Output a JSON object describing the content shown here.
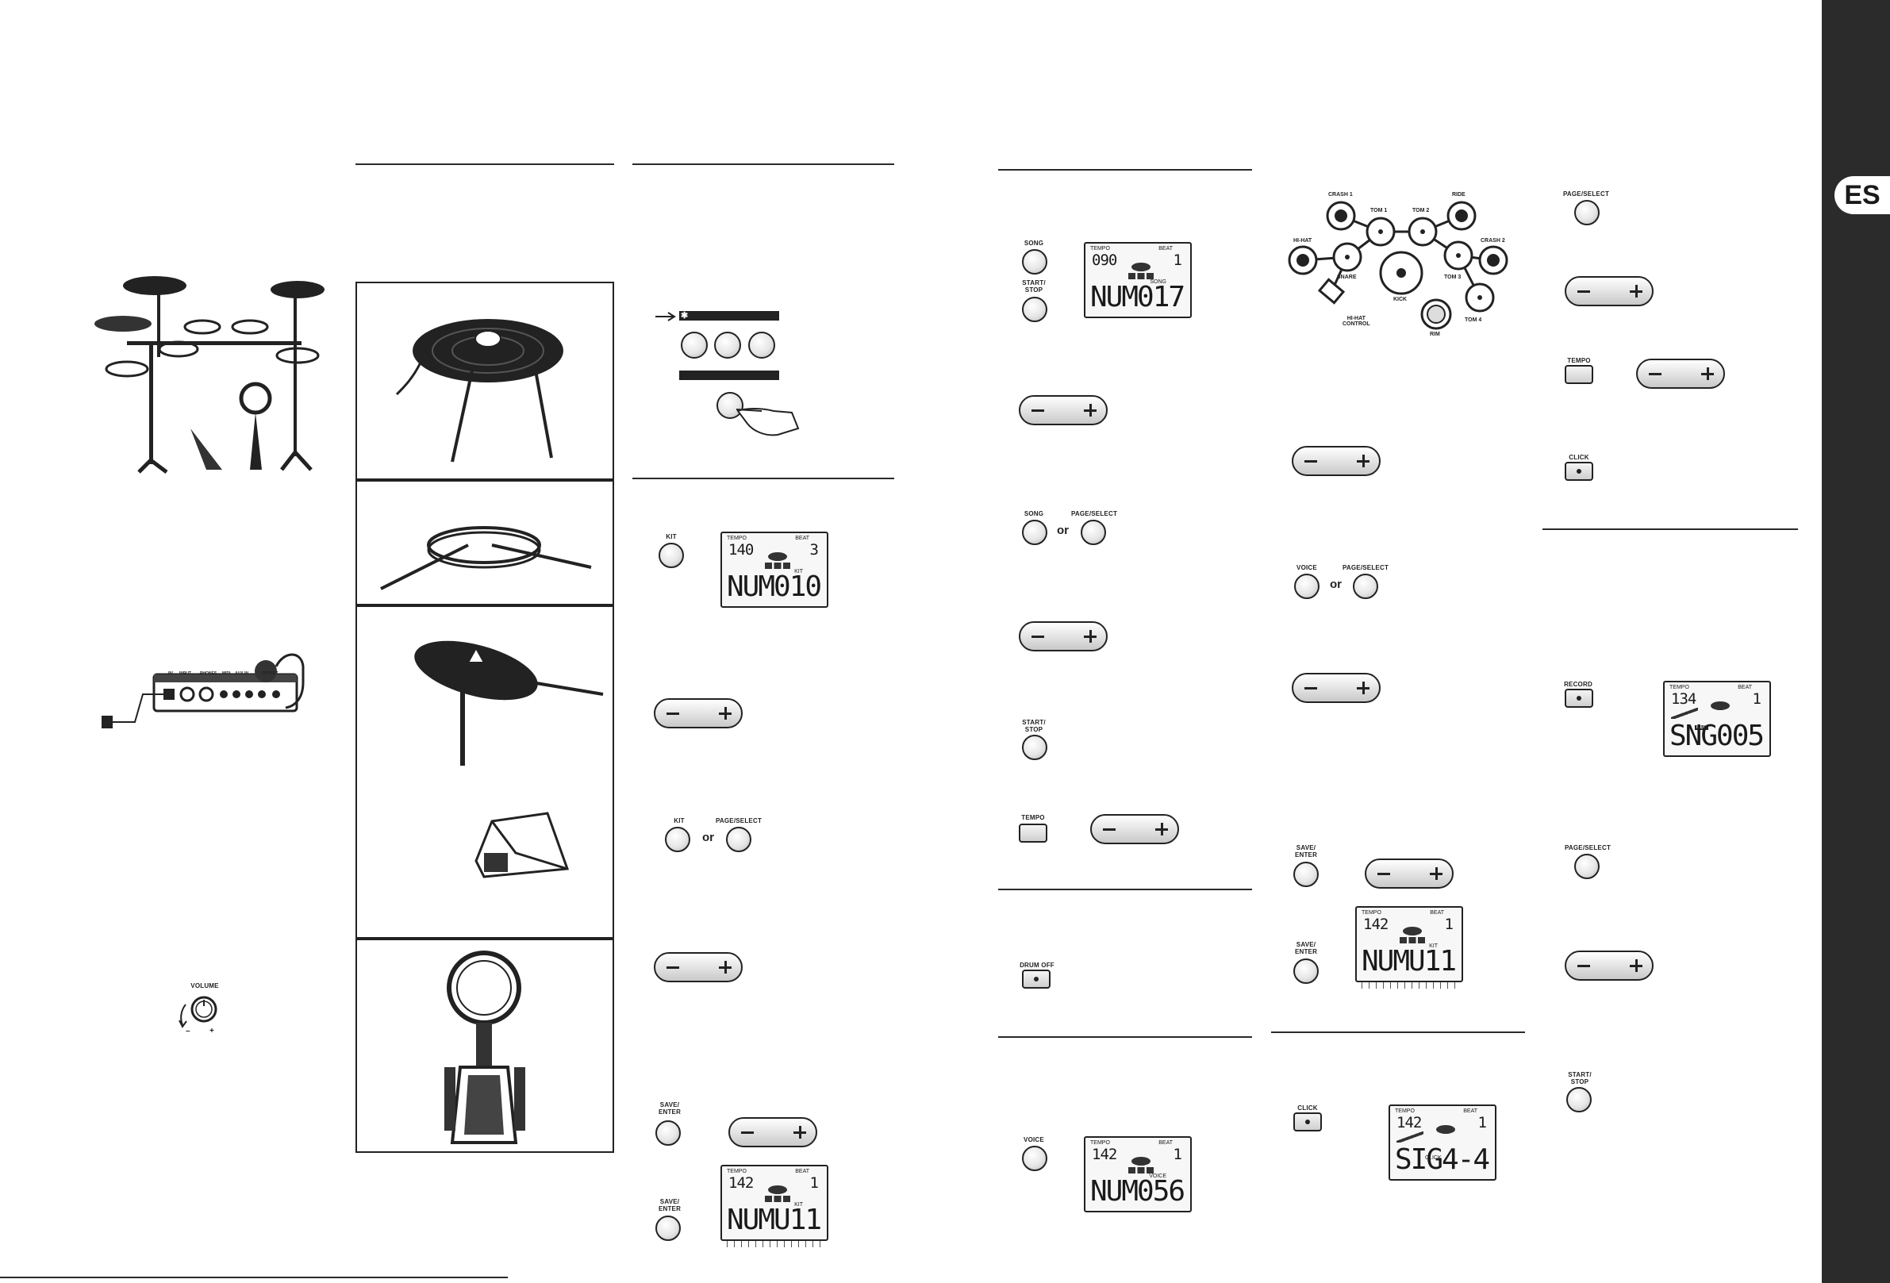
{
  "language_tab": "ES",
  "labels": {
    "song": "SONG",
    "start_stop": "START/\nSTOP",
    "page_select": "PAGE/SELECT",
    "or": "or",
    "tempo": "TEMPO",
    "drum_off": "DRUM OFF",
    "voice": "VOICE",
    "kit": "KIT",
    "save_enter": "SAVE/\nENTER",
    "click": "CLICK",
    "record": "RECORD",
    "volume": "VOLUME",
    "minus_sign": "–",
    "plus_sign": "+"
  },
  "pads": {
    "crash1": "CRASH 1",
    "tom1": "TOM 1",
    "tom2": "TOM 2",
    "ride": "RIDE",
    "hihat": "HI-HAT",
    "crash2": "CRASH 2",
    "snare": "SNARE",
    "tom3": "TOM 3",
    "kick": "KICK",
    "hihat_control": "HI-HAT\nCONTROL",
    "tom4": "TOM 4",
    "rim": "RIM"
  },
  "module_rear_labels": [
    "9V",
    "INPUT",
    "PHONES",
    "MIDI",
    "AUX IN",
    "OUTPUT"
  ],
  "displays": {
    "song": {
      "tempo_label": "TEMPO",
      "beat_label": "BEAT",
      "tempo": "090",
      "beat": "1",
      "mode": "SONG",
      "main": "NUM017"
    },
    "voice": {
      "tempo_label": "TEMPO",
      "beat_label": "BEAT",
      "tempo": "142",
      "beat": "1",
      "mode": "VOICE",
      "main": "NUM056"
    },
    "kit": {
      "tempo_label": "TEMPO",
      "beat_label": "BEAT",
      "tempo": "140",
      "beat": "3",
      "mode": "KIT",
      "main": "NUM010"
    },
    "kit_save": {
      "tempo_label": "TEMPO",
      "beat_label": "BEAT",
      "tempo": "142",
      "beat": "1",
      "mode": "KIT",
      "main": "NUMU11"
    },
    "voice_save": {
      "tempo_label": "TEMPO",
      "beat_label": "BEAT",
      "tempo": "142",
      "beat": "1",
      "mode": "KIT",
      "main": "NUMU11"
    },
    "click": {
      "tempo_label": "TEMPO",
      "beat_label": "BEAT",
      "tempo": "142",
      "beat": "1",
      "mode": "CLICK",
      "main": "SIG4-4"
    },
    "record": {
      "tempo_label": "TEMPO",
      "beat_label": "BEAT",
      "tempo": "134",
      "beat": "1",
      "mode": "REC",
      "main": "SNG005"
    }
  },
  "colors": {
    "ink": "#1a1a1a",
    "sidebar": "#2b2b2b",
    "paper": "#ffffff"
  }
}
